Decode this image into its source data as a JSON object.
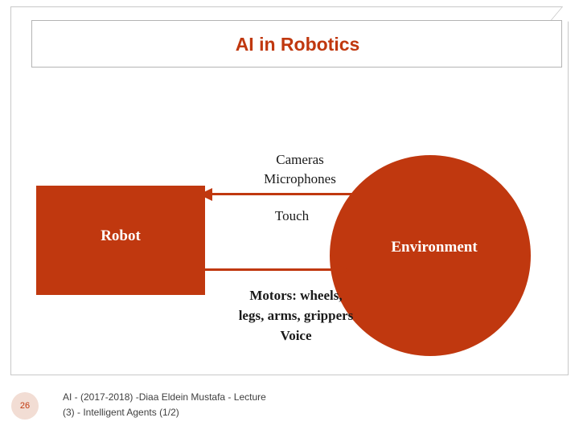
{
  "slide": {
    "title": "AI in Robotics",
    "accent_color": "#c0380f",
    "title_color": "#c0380f"
  },
  "diagram": {
    "robot_label": "Robot",
    "environment_label": "Environment",
    "sensors_line1": "Cameras",
    "sensors_line2": "Microphones",
    "touch_label": "Touch",
    "actuators_line1": "Motors: wheels,",
    "actuators_line2": "legs, arms, grippers",
    "actuators_line3": "Voice"
  },
  "footer": {
    "page_number": "26",
    "line1": "AI - (2017-2018) -Diaa Eldein Mustafa - Lecture",
    "line2": "(3) - Intelligent Agents (1/2)"
  }
}
